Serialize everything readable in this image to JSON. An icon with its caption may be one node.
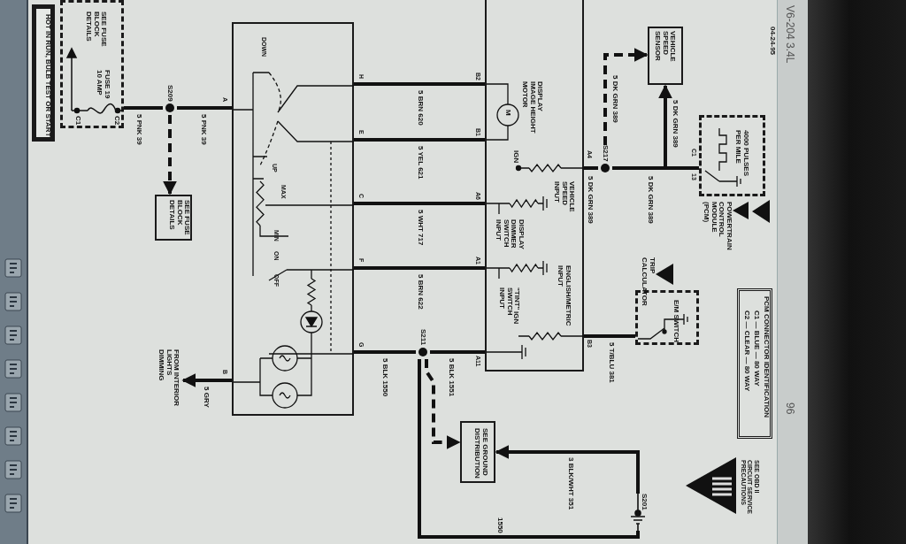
{
  "diagram": {
    "nodes": [
      {
        "text": [
          "HOT IN RUN, BULB TEST OR START"
        ]
      },
      {
        "text": [
          "SEE FUSE BLOCK DETAILS",
          "FUSE 19 10 AMP",
          "C1",
          "C2"
        ]
      },
      {
        "text": [
          "S209"
        ]
      },
      {
        "text": [
          "SEE FUSE BLOCK DETAILS"
        ]
      },
      {
        "text": [
          "DOWN",
          "UP",
          "MAX",
          "MIN",
          "ON",
          "OFF"
        ]
      },
      {
        "text": [
          "DISPLAY IMAGE HEIGHT MOTOR",
          "M",
          "IGN",
          "DISPLAY DIMMER SWITCH INPUT",
          "VEHICLE SPEED INPUT",
          "\"TINT\" SWITCH INPUT",
          "ENGLISH/METRIC INPUT",
          "IGN"
        ]
      },
      {
        "text": [
          "SEE GROUND DISTRIBUTION"
        ]
      },
      {
        "text": [
          "VEHICLE SPEED SENSOR"
        ]
      },
      {
        "text": [
          "4000 PULSES PER MILE"
        ],
        "beside": [
          "POWERTRAIN CONTROL MODULE (PCM)"
        ]
      },
      {
        "text": [
          "E/M SWITCH"
        ],
        "beside": [
          "TRIP CALCULATOR"
        ]
      },
      {
        "text": [
          "PCM CONNECTOR IDENTIFICATION",
          "C1 — BLUE — 80 WAY",
          "C2 — CLEAR — 80 WAY"
        ]
      },
      {
        "text": [
          "FROM INTERIOR LIGHTS DIMMING"
        ]
      },
      {
        "text": [
          "S211"
        ]
      },
      {
        "text": [
          "S217"
        ]
      },
      {
        "text": [
          "S201"
        ]
      }
    ],
    "edges": [
      {
        "from": 1,
        "to": 2,
        "arrow": "none",
        "label": "5 PNK 39"
      },
      {
        "from": 2,
        "to": 4,
        "arrow": "none",
        "label": "5 PNK 39"
      },
      {
        "from": 2,
        "to": 3,
        "arrow": "to",
        "style": "dashed"
      },
      {
        "from": 4,
        "to": 5,
        "arrow": "none",
        "label": "5 BRN 620"
      },
      {
        "from": 4,
        "to": 5,
        "arrow": "none",
        "label": "5 YEL 621"
      },
      {
        "from": 4,
        "to": 5,
        "arrow": "none",
        "label": "5 WHT 717"
      },
      {
        "from": 4,
        "to": 5,
        "arrow": "none",
        "label": "5 BRN 622"
      },
      {
        "from": 4,
        "to": 12,
        "arrow": "none",
        "label": "5 BLK 1550"
      },
      {
        "from": 12,
        "to": 5,
        "arrow": "none",
        "label": "5 BLK 1551"
      },
      {
        "from": 12,
        "to": 6,
        "arrow": "to",
        "style": "dashed"
      },
      {
        "from": 14,
        "to": 6,
        "arrow": "to",
        "label": "3 BLK/WHT 351"
      },
      {
        "from": 12,
        "to": 14,
        "arrow": "none",
        "label": "1550"
      },
      {
        "from": 4,
        "to": 11,
        "arrow": "to",
        "label": "5 GRY"
      },
      {
        "from": 5,
        "to": 13,
        "arrow": "none",
        "label": "5 DK GRN 389"
      },
      {
        "from": 13,
        "to": 7,
        "arrow": "to",
        "style": "dashed",
        "label": "5 DK GRN 389"
      },
      {
        "from": 13,
        "to": 7,
        "arrow": "to",
        "label": "5 DK GRN 389"
      },
      {
        "from": 13,
        "to": 8,
        "arrow": "none",
        "label": "5 DK GRN 389"
      },
      {
        "from": 5,
        "to": 9,
        "arrow": "none",
        "label": "5 T/BLU 381"
      }
    ],
    "labels": [
      "04-24-95",
      "A",
      "H",
      "E",
      "C",
      "F",
      "G",
      "B",
      "B2",
      "B1",
      "A6",
      "A1",
      "A11",
      "A4",
      "B3",
      "C1",
      "13",
      "SEE OBD II CIRCUIT SERVICE PRECAUTIONS",
      "V6-204 3.4L",
      "96"
    ]
  }
}
